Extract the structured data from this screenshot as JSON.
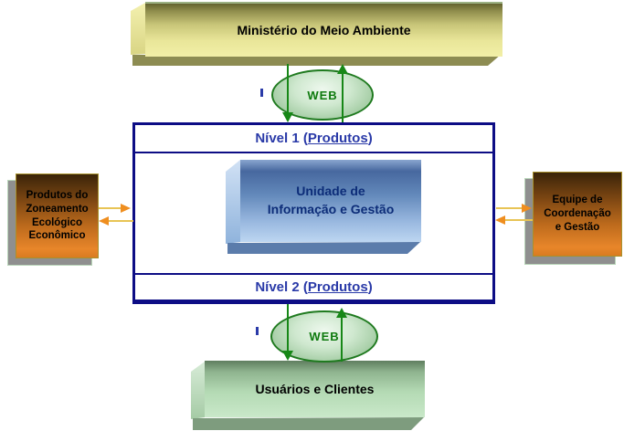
{
  "nodes": {
    "ministry": {
      "label": "Ministério do Meio Ambiente"
    },
    "web_top": {
      "label": "WEB"
    },
    "web_bottom": {
      "label": "WEB"
    },
    "level1": {
      "before": "Nível 1 (",
      "underlined": "Produtos",
      "after": ")"
    },
    "level2": {
      "before": "Nível 2 (",
      "underlined": "Produtos",
      "after": ")"
    },
    "unit": {
      "label": "Unidade de\nInformação e Gestão"
    },
    "zee_products": {
      "label": "Produtos do\nZoneamento\nEcológico\nEconômico"
    },
    "team": {
      "label": "Equipe de\nCoordenação\ne Gestão"
    },
    "users": {
      "label": "Usuários e Clientes"
    }
  },
  "colors": {
    "frame_border_navy": "#0d0d85",
    "level_text_blue": "#2a3aa8",
    "unit_text_navy": "#0c2c78",
    "web_text_green": "#0e7a0e",
    "web_fill_green": "#cfe8cf",
    "arrow_green": "#178717",
    "arrow_shaft_yellow": "#e8c455",
    "arrow_head_orange": "#ef8e1f",
    "ministry_yellow": "#e9e699",
    "users_green": "#b4dab4",
    "side_box_orange": "#bc6a1c",
    "shadow_gray": "#8f8f8f"
  }
}
